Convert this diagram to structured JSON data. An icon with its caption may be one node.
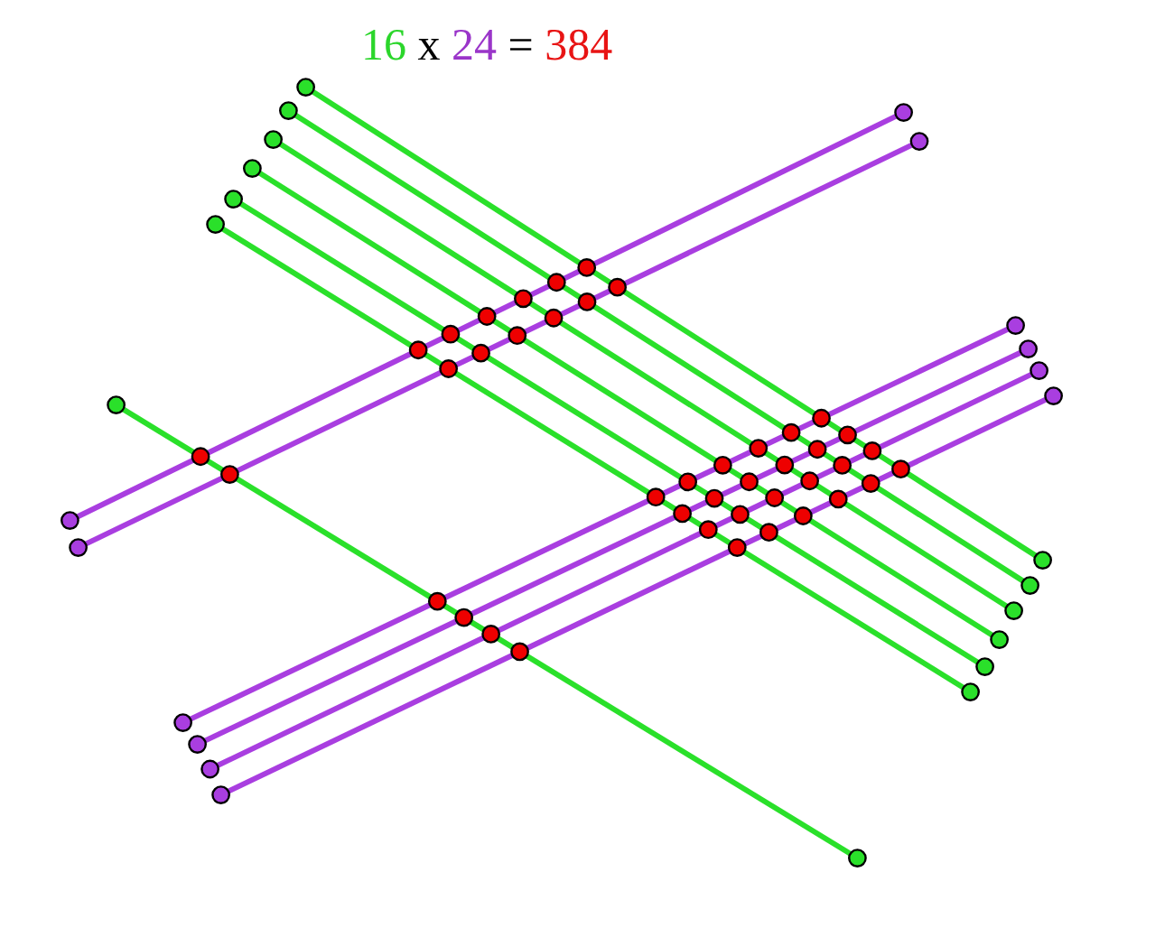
{
  "diagram": {
    "title": "16 x 24 = 384",
    "nodes": [
      {
        "text": [],
        "shape": "circle"
      },
      {
        "text": [],
        "shape": "circle"
      },
      {
        "text": [],
        "shape": "circle"
      },
      {
        "text": [],
        "shape": "circle"
      },
      {
        "text": [],
        "shape": "circle"
      },
      {
        "text": [],
        "shape": "circle"
      },
      {
        "text": [],
        "shape": "circle"
      },
      {
        "text": [],
        "shape": "circle"
      },
      {
        "text": [],
        "shape": "circle"
      },
      {
        "text": [],
        "shape": "circle"
      },
      {
        "text": [],
        "shape": "circle"
      },
      {
        "text": [],
        "shape": "circle"
      },
      {
        "text": [],
        "shape": "circle"
      },
      {
        "text": [],
        "shape": "circle"
      },
      {
        "text": [],
        "shape": "circle"
      },
      {
        "text": [],
        "shape": "circle"
      },
      {
        "text": [],
        "shape": "circle"
      },
      {
        "text": [],
        "shape": "circle"
      },
      {
        "text": [],
        "shape": "circle"
      },
      {
        "text": [],
        "shape": "circle"
      },
      {
        "text": [],
        "shape": "circle"
      },
      {
        "text": [],
        "shape": "circle"
      },
      {
        "text": [],
        "shape": "circle"
      },
      {
        "text": [],
        "shape": "circle"
      },
      {
        "text": [],
        "shape": "circle"
      },
      {
        "text": [],
        "shape": "circle"
      },
      {
        "text": [],
        "shape": "circle"
      },
      {
        "text": [],
        "shape": "circle"
      },
      {
        "text": [],
        "shape": "circle"
      },
      {
        "text": [],
        "shape": "circle"
      },
      {
        "text": [],
        "shape": "circle"
      },
      {
        "text": [],
        "shape": "circle"
      },
      {
        "text": [],
        "shape": "circle"
      },
      {
        "text": [],
        "shape": "circle"
      },
      {
        "text": [],
        "shape": "circle"
      },
      {
        "text": [],
        "shape": "circle"
      },
      {
        "text": [],
        "shape": "circle"
      },
      {
        "text": [],
        "shape": "circle"
      },
      {
        "text": [],
        "shape": "circle"
      },
      {
        "text": [],
        "shape": "circle"
      },
      {
        "text": [],
        "shape": "circle"
      },
      {
        "text": [],
        "shape": "circle"
      },
      {
        "text": [],
        "shape": "circle"
      },
      {
        "text": [],
        "shape": "circle"
      },
      {
        "text": [],
        "shape": "circle"
      },
      {
        "text": [],
        "shape": "circle"
      },
      {
        "text": [],
        "shape": "circle"
      },
      {
        "text": [],
        "shape": "circle"
      },
      {
        "text": [],
        "shape": "circle"
      },
      {
        "text": [],
        "shape": "circle"
      },
      {
        "text": [],
        "shape": "circle"
      },
      {
        "text": [],
        "shape": "circle"
      },
      {
        "text": [],
        "shape": "circle"
      },
      {
        "text": [],
        "shape": "circle"
      },
      {
        "text": [],
        "shape": "circle"
      },
      {
        "text": [],
        "shape": "circle"
      },
      {
        "text": [],
        "shape": "circle"
      },
      {
        "text": [],
        "shape": "circle"
      },
      {
        "text": [],
        "shape": "circle"
      },
      {
        "text": [],
        "shape": "circle"
      },
      {
        "text": [],
        "shape": "circle"
      },
      {
        "text": [],
        "shape": "circle"
      },
      {
        "text": [],
        "shape": "circle"
      },
      {
        "text": [],
        "shape": "circle"
      },
      {
        "text": [],
        "shape": "circle"
      },
      {
        "text": [],
        "shape": "circle"
      },
      {
        "text": [],
        "shape": "circle"
      },
      {
        "text": [],
        "shape": "circle"
      }
    ],
    "edges": [
      {
        "from": 0,
        "to": 1,
        "arrow": "none"
      },
      {
        "from": 2,
        "to": 3,
        "arrow": "none"
      },
      {
        "from": 4,
        "to": 5,
        "arrow": "none"
      },
      {
        "from": 6,
        "to": 7,
        "arrow": "none"
      },
      {
        "from": 8,
        "to": 9,
        "arrow": "none"
      },
      {
        "from": 10,
        "to": 11,
        "arrow": "none"
      },
      {
        "from": 12,
        "to": 13,
        "arrow": "none"
      },
      {
        "from": 14,
        "to": 15,
        "arrow": "none",
        "color": "#a93ee0"
      },
      {
        "from": 16,
        "to": 17,
        "arrow": "none",
        "color": "#a93ee0"
      },
      {
        "from": 18,
        "to": 19,
        "arrow": "none",
        "color": "#a93ee0"
      },
      {
        "from": 20,
        "to": 21,
        "arrow": "none",
        "color": "#a93ee0"
      },
      {
        "from": 22,
        "to": 23,
        "arrow": "none",
        "color": "#a93ee0"
      },
      {
        "from": 24,
        "to": 25,
        "arrow": "none",
        "color": "#a93ee0"
      }
    ]
  }
}
